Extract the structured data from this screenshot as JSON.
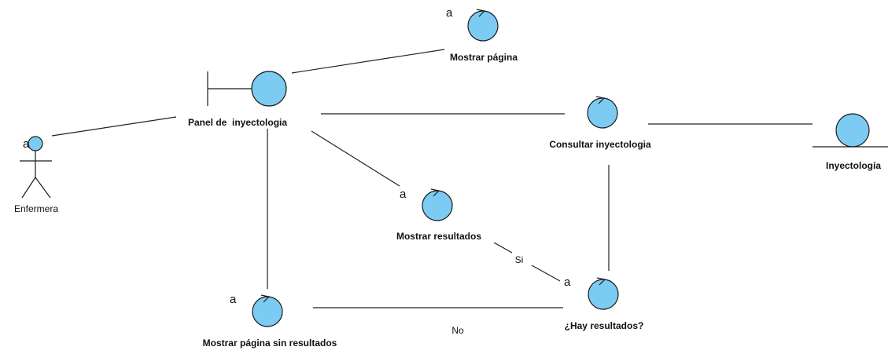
{
  "colors": {
    "element_fill": "#7ccbf2",
    "stroke": "#1a1a1a",
    "text": "#111111"
  },
  "actor": {
    "name": "Enfermera",
    "marker": "a"
  },
  "boundary": {
    "name": "Panel de  inyectologia",
    "icon": "boundary-icon"
  },
  "controls": {
    "mostrar_pagina": {
      "name": "Mostrar página",
      "marker": "a",
      "icon": "control-icon"
    },
    "consultar": {
      "name": "Consultar inyectologia",
      "icon": "control-icon"
    },
    "mostrar_resultados": {
      "name": "Mostrar resultados",
      "marker": "a",
      "icon": "control-icon"
    },
    "hay_resultados": {
      "name": "¿Hay resultados?",
      "marker": "a",
      "icon": "control-icon"
    },
    "sin_resultados": {
      "name": "Mostrar página sin resultados",
      "marker": "a",
      "icon": "control-icon"
    }
  },
  "entity": {
    "name": "Inyectología",
    "icon": "entity-icon"
  },
  "edges": {
    "si_label": "Si",
    "no_label": "No"
  }
}
